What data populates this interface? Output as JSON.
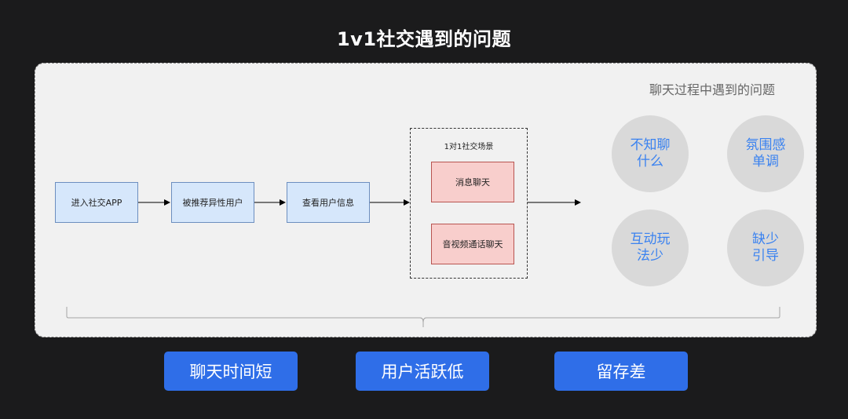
{
  "title": "1v1社交遇到的问题",
  "flow": {
    "steps": [
      "进入社交APP",
      "被推荐异性用户",
      "查看用户信息"
    ],
    "scene": {
      "label": "1对1社交场景",
      "items": [
        "消息聊天",
        "音视频通话聊天"
      ]
    }
  },
  "problems": {
    "title": "聊天过程中遇到的问题",
    "items": [
      "不知聊\n什么",
      "氛围感\n单调",
      "互动玩\n法少",
      "缺少\n引导"
    ]
  },
  "results": [
    "聊天时间短",
    "用户活跃低",
    "留存差"
  ],
  "colors": {
    "background": "#1b1b1c",
    "flow_box": "#d6e7fb",
    "scene_box": "#f8cecc",
    "problem_text": "#3a82f0",
    "result_button": "#2f6ee8"
  }
}
